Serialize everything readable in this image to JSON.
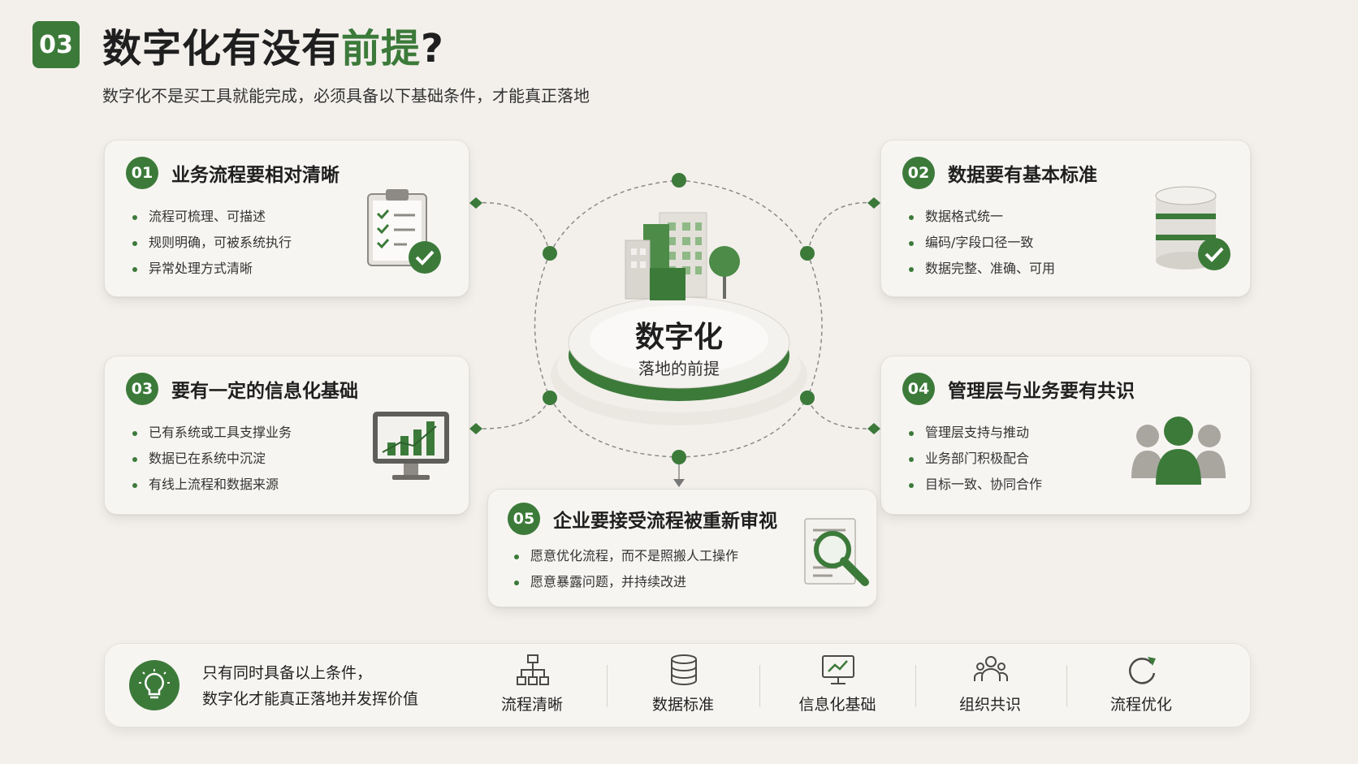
{
  "header": {
    "section_number": "03",
    "title_main": "数字化有没有",
    "title_highlight": "前提",
    "title_tail": "?",
    "subtitle": "数字化不是买工具就能完成，必须具备以下基础条件，才能真正落地"
  },
  "hub": {
    "title": "数字化",
    "subtitle": "落地的前提"
  },
  "cards": [
    {
      "number": "01",
      "title": "业务流程要相对清晰",
      "bullets": [
        "流程可梳理、可描述",
        "规则明确，可被系统执行",
        "异常处理方式清晰"
      ],
      "icon": "clipboard-check-icon"
    },
    {
      "number": "02",
      "title": "数据要有基本标准",
      "bullets": [
        "数据格式统一",
        "编码/字段口径一致",
        "数据完整、准确、可用"
      ],
      "icon": "database-check-icon"
    },
    {
      "number": "03",
      "title": "要有一定的信息化基础",
      "bullets": [
        "已有系统或工具支撑业务",
        "数据已在系统中沉淀",
        "有线上流程和数据来源"
      ],
      "icon": "monitor-chart-icon"
    },
    {
      "number": "04",
      "title": "管理层与业务要有共识",
      "bullets": [
        "管理层支持与推动",
        "业务部门积极配合",
        "目标一致、协同合作"
      ],
      "icon": "team-people-icon"
    },
    {
      "number": "05",
      "title": "企业要接受流程被重新审视",
      "bullets": [
        "愿意优化流程，而不是照搬人工操作",
        "愿意暴露问题，并持续改进"
      ],
      "icon": "document-magnifier-icon"
    }
  ],
  "bottom": {
    "message_line1": "只有同时具备以上条件，",
    "message_line2": "数字化才能真正落地并发挥价值",
    "items": [
      {
        "label": "流程清晰",
        "icon": "flowchart-icon"
      },
      {
        "label": "数据标准",
        "icon": "database-icon"
      },
      {
        "label": "信息化基础",
        "icon": "monitor-icon"
      },
      {
        "label": "组织共识",
        "icon": "people-icon"
      },
      {
        "label": "流程优化",
        "icon": "refresh-cycle-icon"
      }
    ]
  },
  "colors": {
    "accent": "#3c7a3a",
    "background": "#f3f0ec",
    "card": "#f7f5f2"
  }
}
